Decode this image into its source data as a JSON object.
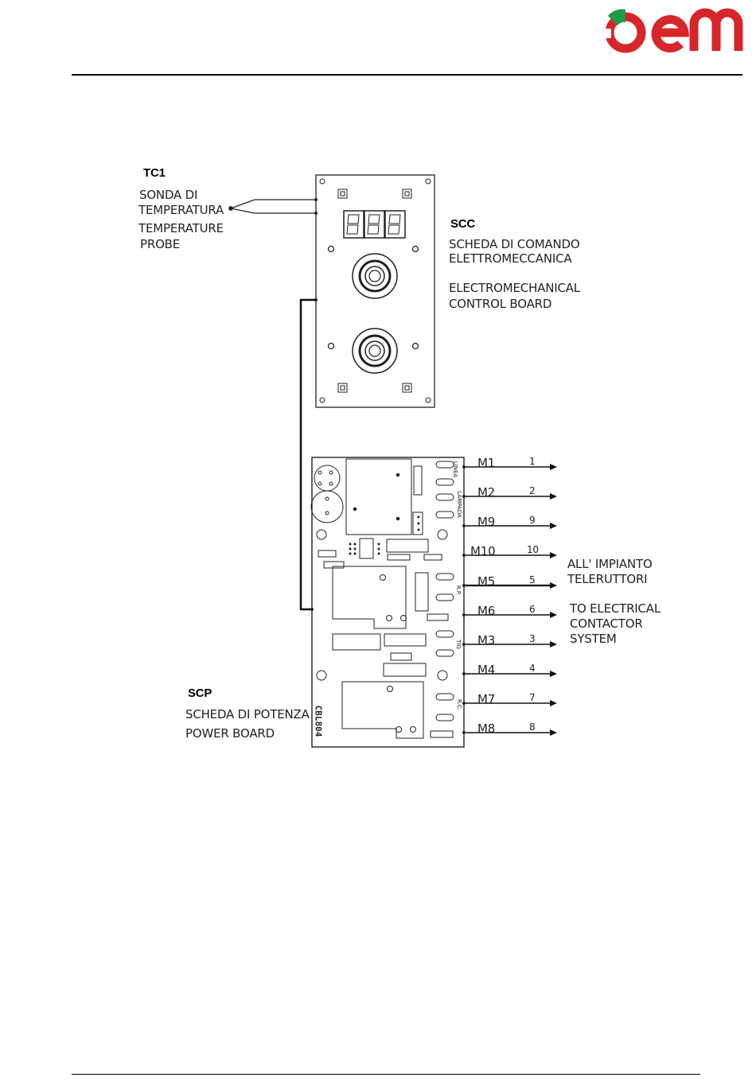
{
  "logo": {
    "text": "oem",
    "colors": {
      "red": "#d7262b",
      "green": "#1f9a48"
    }
  },
  "tc1": {
    "code": "TC1",
    "italian_line1": "SONDA DI",
    "italian_line2": "TEMPERATURA",
    "english_line1": "TEMPERATURE",
    "english_line2": "PROBE"
  },
  "scc": {
    "code": "SCC",
    "italian_line1": "SCHEDA DI COMANDO",
    "italian_line2": "ELETTROMECCANICA",
    "english_line1": "ELECTROMECHANICAL",
    "english_line2": "CONTROL BOARD",
    "display_digits": "888"
  },
  "scp": {
    "code": "SCP",
    "italian": "SCHEDA DI POTENZA",
    "english": "POWER BOARD",
    "board_code": "CBL804"
  },
  "contactor": {
    "italian_line1": "ALL' IMPIANTO",
    "italian_line2": "TELERUTTORI",
    "english_line1": "TO ELECTRICAL",
    "english_line2": "CONTACTOR",
    "english_line3": "SYSTEM"
  },
  "outputs": [
    {
      "terminal": "M1",
      "number": "1"
    },
    {
      "terminal": "M2",
      "number": "2"
    },
    {
      "terminal": "M9",
      "number": "9"
    },
    {
      "terminal": "M10",
      "number": "10"
    },
    {
      "terminal": "M5",
      "number": "5"
    },
    {
      "terminal": "M6",
      "number": "6"
    },
    {
      "terminal": "M3",
      "number": "3"
    },
    {
      "terminal": "M4",
      "number": "4"
    },
    {
      "terminal": "M7",
      "number": "7"
    },
    {
      "terminal": "M8",
      "number": "8"
    }
  ],
  "board_marks": [
    "LINEA",
    "LAMPADA",
    "R.P.",
    "TIG",
    "R.C."
  ]
}
